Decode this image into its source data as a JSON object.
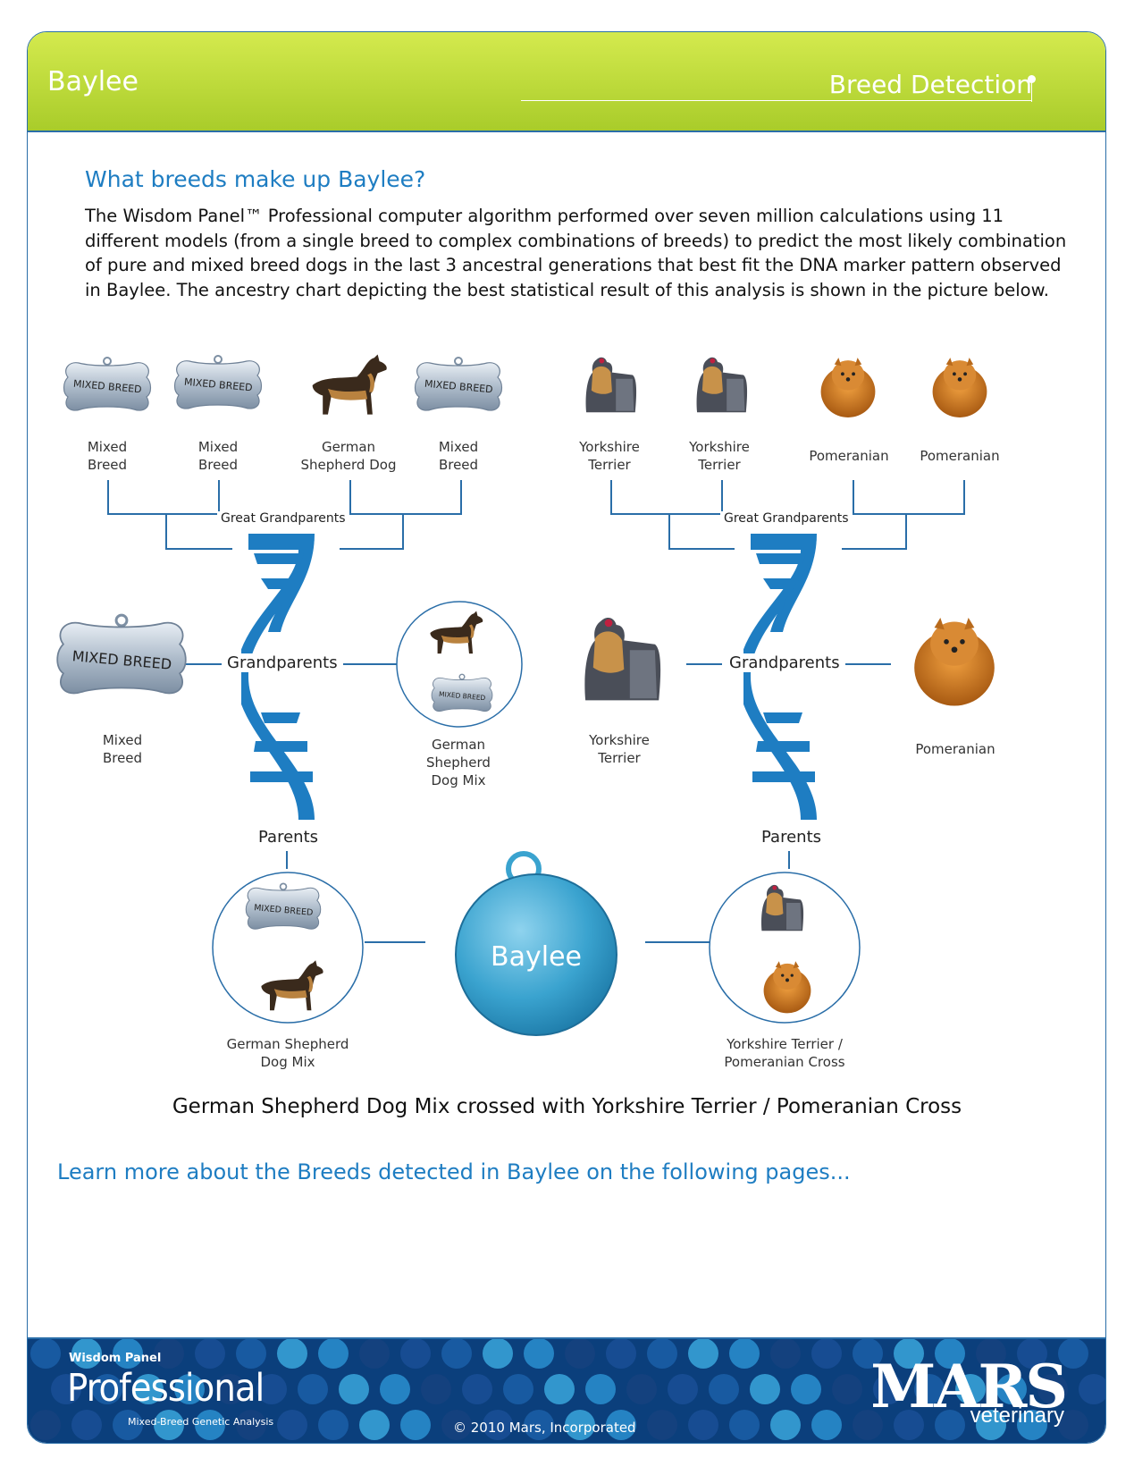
{
  "header": {
    "dog_name": "Baylee",
    "section_title": "Breed Detection"
  },
  "question": "What breeds make up Baylee?",
  "intro": "The Wisdom Panel™ Professional computer algorithm performed over seven million calculations using 11 different models (from a single breed to complex combinations of breeds) to predict the most likely combination of pure and mixed breed dogs in the last 3 ancestral generations that best fit the DNA marker pattern observed in Baylee. The ancestry chart depicting the best statistical result of this analysis is shown in the picture below.",
  "badge_text": "MIXED BREED",
  "great_grandparents": {
    "heading": "Great Grandparents",
    "left": [
      {
        "line1": "Mixed",
        "line2": "Breed"
      },
      {
        "line1": "Mixed",
        "line2": "Breed"
      },
      {
        "line1": "German",
        "line2": "Shepherd Dog"
      },
      {
        "line1": "Mixed",
        "line2": "Breed"
      }
    ],
    "right": [
      {
        "line1": "Yorkshire",
        "line2": "Terrier"
      },
      {
        "line1": "Yorkshire",
        "line2": "Terrier"
      },
      {
        "line1": "Pomeranian",
        "line2": ""
      },
      {
        "line1": "Pomeranian",
        "line2": ""
      }
    ]
  },
  "grandparents": {
    "heading": "Grandparents",
    "left_outer": {
      "line1": "Mixed",
      "line2": "Breed"
    },
    "left_inner": {
      "line1": "German",
      "line2": "Shepherd",
      "line3": "Dog Mix"
    },
    "right_outer_left": {
      "line1": "Yorkshire",
      "line2": "Terrier"
    },
    "right_outer_right": {
      "line1": "Pomeranian"
    }
  },
  "parents": {
    "heading": "Parents",
    "left": {
      "line1": "German Shepherd",
      "line2": "Dog Mix"
    },
    "right": {
      "line1": "Yorkshire Terrier /",
      "line2": "Pomeranian Cross"
    }
  },
  "center_tag": "Baylee",
  "summary": "German Shepherd Dog Mix crossed with Yorkshire Terrier / Pomeranian Cross",
  "learn_more": "Learn more about the Breeds detected in Baylee on the following pages...",
  "footer": {
    "brand_small": "Wisdom Panel",
    "brand": "Professional",
    "tagline": "Mixed-Breed Genetic Analysis",
    "copyright": "© 2010 Mars, Incorporated",
    "mars": "MARS",
    "veterinary": "veterinary"
  },
  "colors": {
    "accent": "#1e7dc2",
    "header_green": "#a9cc2a",
    "line_blue": "#2a6ea8"
  }
}
